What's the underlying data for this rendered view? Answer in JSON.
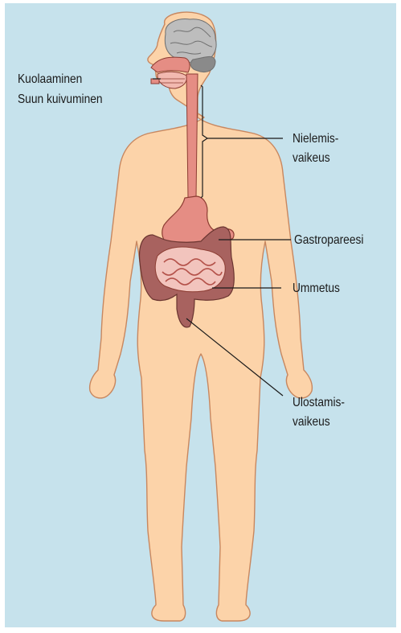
{
  "labels": {
    "dry_mouth_1": "Kuolaaminen",
    "dry_mouth_2": "Suun kuivuminen",
    "dysphagia_1": "Nielemis-",
    "dysphagia_2": "vaikeus",
    "gastroparesis": "Gastropareesi",
    "constipation": "Ummetus",
    "defecation_1": "Ulostamis-",
    "defecation_2": "vaikeus"
  },
  "colors": {
    "background": "#c6e2ec",
    "skin": "#fcd3a9",
    "skin_outline": "#c8875f",
    "digestive_tract": "#e58d84",
    "intestine": "#a8625f",
    "brain": "#bdbdbd"
  }
}
